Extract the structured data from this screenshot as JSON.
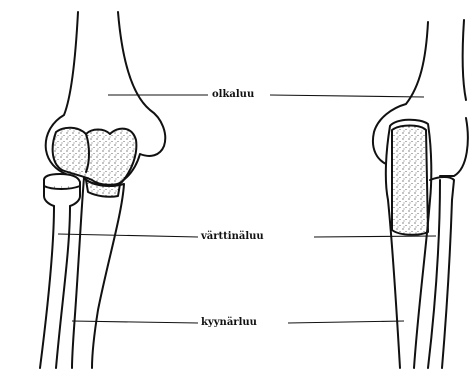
{
  "labels": {
    "upper_bone": "olkaluu",
    "radius_bone": "värttinäluu",
    "ulna_bone": "kyynärluu"
  },
  "colors": {
    "ink": "#111111",
    "background": "#ffffff"
  }
}
